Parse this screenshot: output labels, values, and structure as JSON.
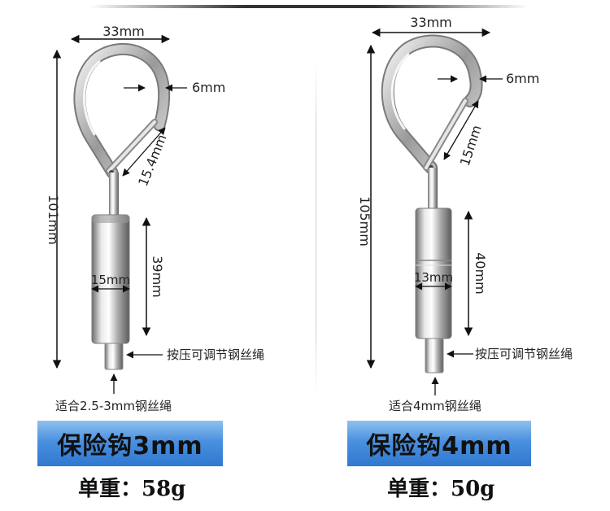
{
  "products": [
    {
      "dims": {
        "width": "33mm",
        "gap": "6mm",
        "gate": "15.4mm",
        "total": "101mm",
        "sleeve": "39mm",
        "diameter": "15mm"
      },
      "press_label": "按压可调节钢丝绳",
      "suitable": "适合2.5-3mm钢丝绳",
      "banner": "保险钩3mm",
      "weight": "单重：58g"
    },
    {
      "dims": {
        "width": "33mm",
        "gap": "6mm",
        "gate": "15mm",
        "total": "105mm",
        "sleeve": "40mm",
        "diameter": "13mm"
      },
      "press_label": "按压可调节钢丝绳",
      "suitable": "适合4mm钢丝绳",
      "banner": "保险钩4mm",
      "weight": "单重：50g"
    }
  ],
  "colors": {
    "banner_top": "#8fc0ef",
    "banner_bottom": "#2f78d0"
  }
}
